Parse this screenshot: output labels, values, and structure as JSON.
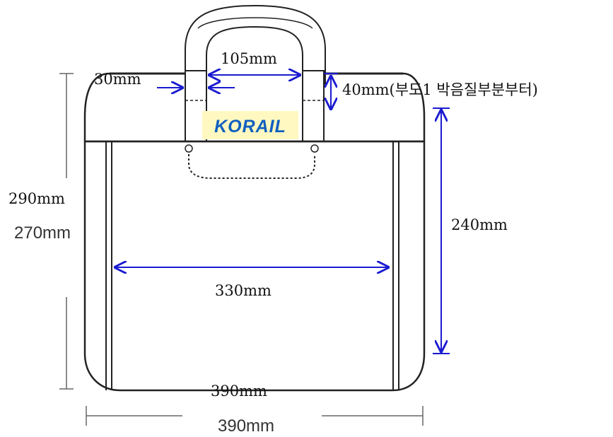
{
  "dimensions": {
    "handle_width": "105mm",
    "strap_width": "30mm",
    "handle_offset": "40mm(부도1 박음질부분부터)",
    "total_height": "290mm",
    "total_height_alt": "270mm",
    "inner_height": "240mm",
    "inner_width": "330mm",
    "bottom_width": "390mm",
    "bottom_width_alt": "390mm"
  },
  "logo": {
    "text": "KORAIL",
    "brand_color": "#1060c0",
    "background": "#fff8c0"
  },
  "colors": {
    "arrow": "#1a1ad0",
    "outline": "#222222",
    "extension": "#666666"
  }
}
